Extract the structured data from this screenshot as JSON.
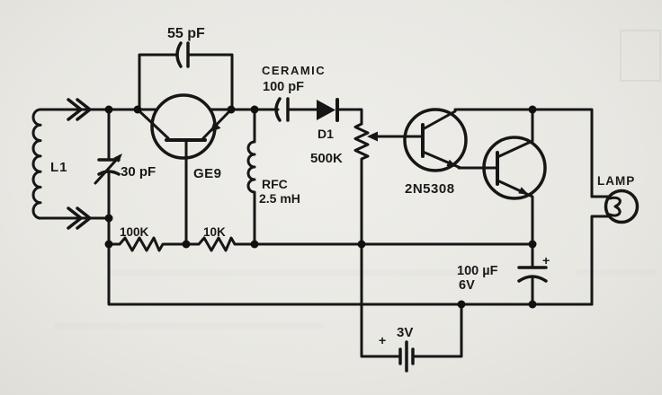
{
  "document": {
    "kind": "scanned circuit schematic",
    "background_color": "#e8e7e2",
    "ink_color": "#161616"
  },
  "labels": {
    "feedback_cap": "55 pF",
    "coupling_cap_line1": "CERAMIC",
    "coupling_cap_line2": "100 pF",
    "diode": "D1",
    "potentiometer": "500K",
    "coil": "L1",
    "tuning_cap": "30 pF",
    "osc_transistor": "GE9",
    "rf_choke_line1": "RFC",
    "rf_choke_line2": "2.5 mH",
    "amp_transistor": "2N5308",
    "lamp": "LAMP",
    "resistor_100k": "100K",
    "resistor_10k": "10K",
    "filter_cap_line1": "100 µF",
    "filter_cap_line2": "6V",
    "battery": "3V",
    "battery_polarity": "+",
    "filter_cap_polarity": "+"
  },
  "components": [
    {
      "ref": "L1",
      "type": "antenna coil inductor",
      "value": "L1"
    },
    {
      "ref": "C-feedback",
      "type": "capacitor",
      "value": "55 pF"
    },
    {
      "ref": "C-tuning",
      "type": "variable capacitor",
      "value": "30 pF"
    },
    {
      "ref": "Q1",
      "type": "PNP transistor",
      "value": "GE9"
    },
    {
      "ref": "C-coupling",
      "type": "ceramic capacitor",
      "value": "100 pF"
    },
    {
      "ref": "D1",
      "type": "diode",
      "value": "D1"
    },
    {
      "ref": "R-pot",
      "type": "potentiometer",
      "value": "500K"
    },
    {
      "ref": "RFC",
      "type": "RF choke",
      "value": "2.5 mH"
    },
    {
      "ref": "R1",
      "type": "resistor",
      "value": "100K"
    },
    {
      "ref": "R2",
      "type": "resistor",
      "value": "10K"
    },
    {
      "ref": "Q2-Q3",
      "type": "NPN Darlington pair",
      "value": "2N5308"
    },
    {
      "ref": "LAMP",
      "type": "indicator lamp",
      "value": "LAMP"
    },
    {
      "ref": "C-filter",
      "type": "electrolytic capacitor",
      "value": "100 µF 6V"
    },
    {
      "ref": "BT1",
      "type": "battery",
      "value": "3V"
    }
  ]
}
